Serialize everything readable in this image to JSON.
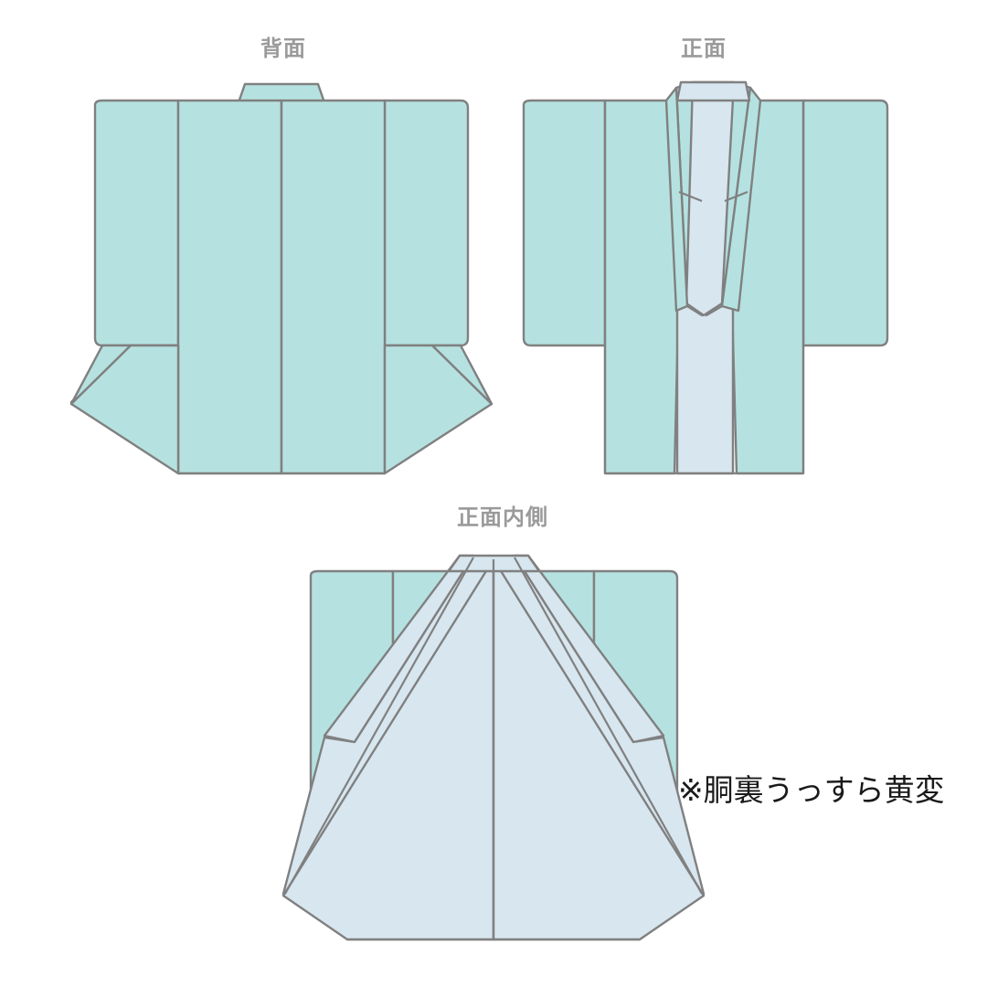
{
  "page": {
    "title": "Kimono garment condition diagram",
    "background_color": "#ffffff"
  },
  "palette": {
    "outer_fabric": "#b5e2e0",
    "lining_fabric": "#d7e6ef",
    "outline": "#808080",
    "label_text": "#9a9a9a",
    "note_text": "#1a1a1a"
  },
  "views": [
    {
      "id": "back",
      "label": "背面",
      "label_reading": "haimen",
      "label_meaning": "back view",
      "fabric": "outer"
    },
    {
      "id": "front",
      "label": "正面",
      "label_reading": "shoumen",
      "label_meaning": "front view",
      "fabric": "outer with lining collar"
    },
    {
      "id": "front-inside",
      "label": "正面内側",
      "label_reading": "shoumen uchigawa",
      "label_meaning": "front inside view",
      "fabric": "lining"
    }
  ],
  "annotations": [
    {
      "id": "lining-yellowing",
      "text": "※胴裏うっすら黄変",
      "meaning": "Note: body lining slightly yellowed"
    }
  ]
}
